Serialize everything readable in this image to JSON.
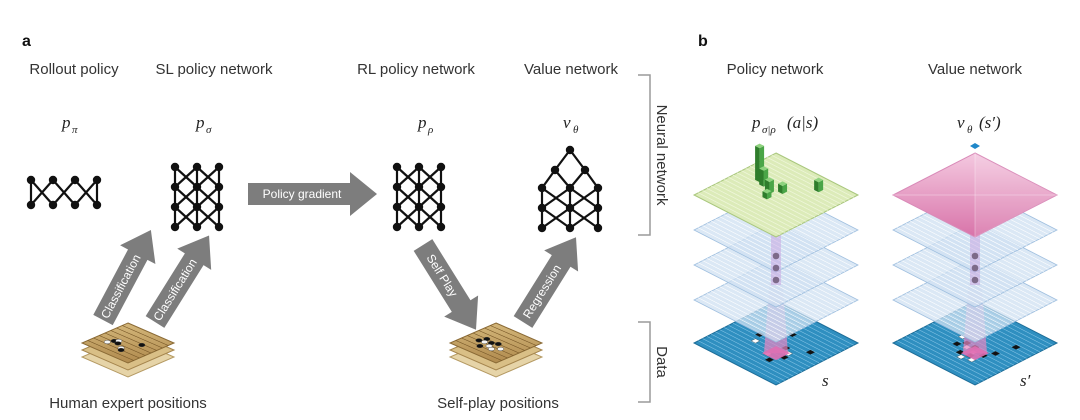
{
  "panels": {
    "a": "a",
    "b": "b"
  },
  "networks": {
    "rollout": {
      "title": "Rollout policy",
      "symbol": "p",
      "subscript": "π"
    },
    "sl": {
      "title": "SL policy network",
      "symbol": "p",
      "subscript": "σ"
    },
    "rl": {
      "title": "RL policy network",
      "symbol": "p",
      "subscript": "ρ"
    },
    "value": {
      "title": "Value network",
      "symbol": "v",
      "subscript": "θ"
    }
  },
  "arrows": {
    "policy_gradient": "Policy gradient",
    "classification_left": "Classification",
    "classification_right": "Classification",
    "self_play": "Self Play",
    "regression": "Regression"
  },
  "data_labels": {
    "human": "Human expert positions",
    "selfplay": "Self-play positions"
  },
  "side_labels": {
    "neural": "Neural network",
    "data": "Data"
  },
  "panel_b": {
    "policy": {
      "title": "Policy network",
      "symbol": "p",
      "subscript": "σ|ρ",
      "arg": "(a|s)",
      "state": "s"
    },
    "value": {
      "title": "Value network",
      "symbol": "v",
      "subscript": "θ",
      "arg": "(s′)",
      "state": "s′"
    }
  },
  "colors": {
    "arrow": "#7d7d7d",
    "board_wood": "#c9a96b",
    "board_blue": "#2f8fc0",
    "layer_blue": "#cfe0f2",
    "policy_green": "#dcebb9",
    "value_pink": "#e7a5c8",
    "bar_green": "#3f9a3c"
  }
}
